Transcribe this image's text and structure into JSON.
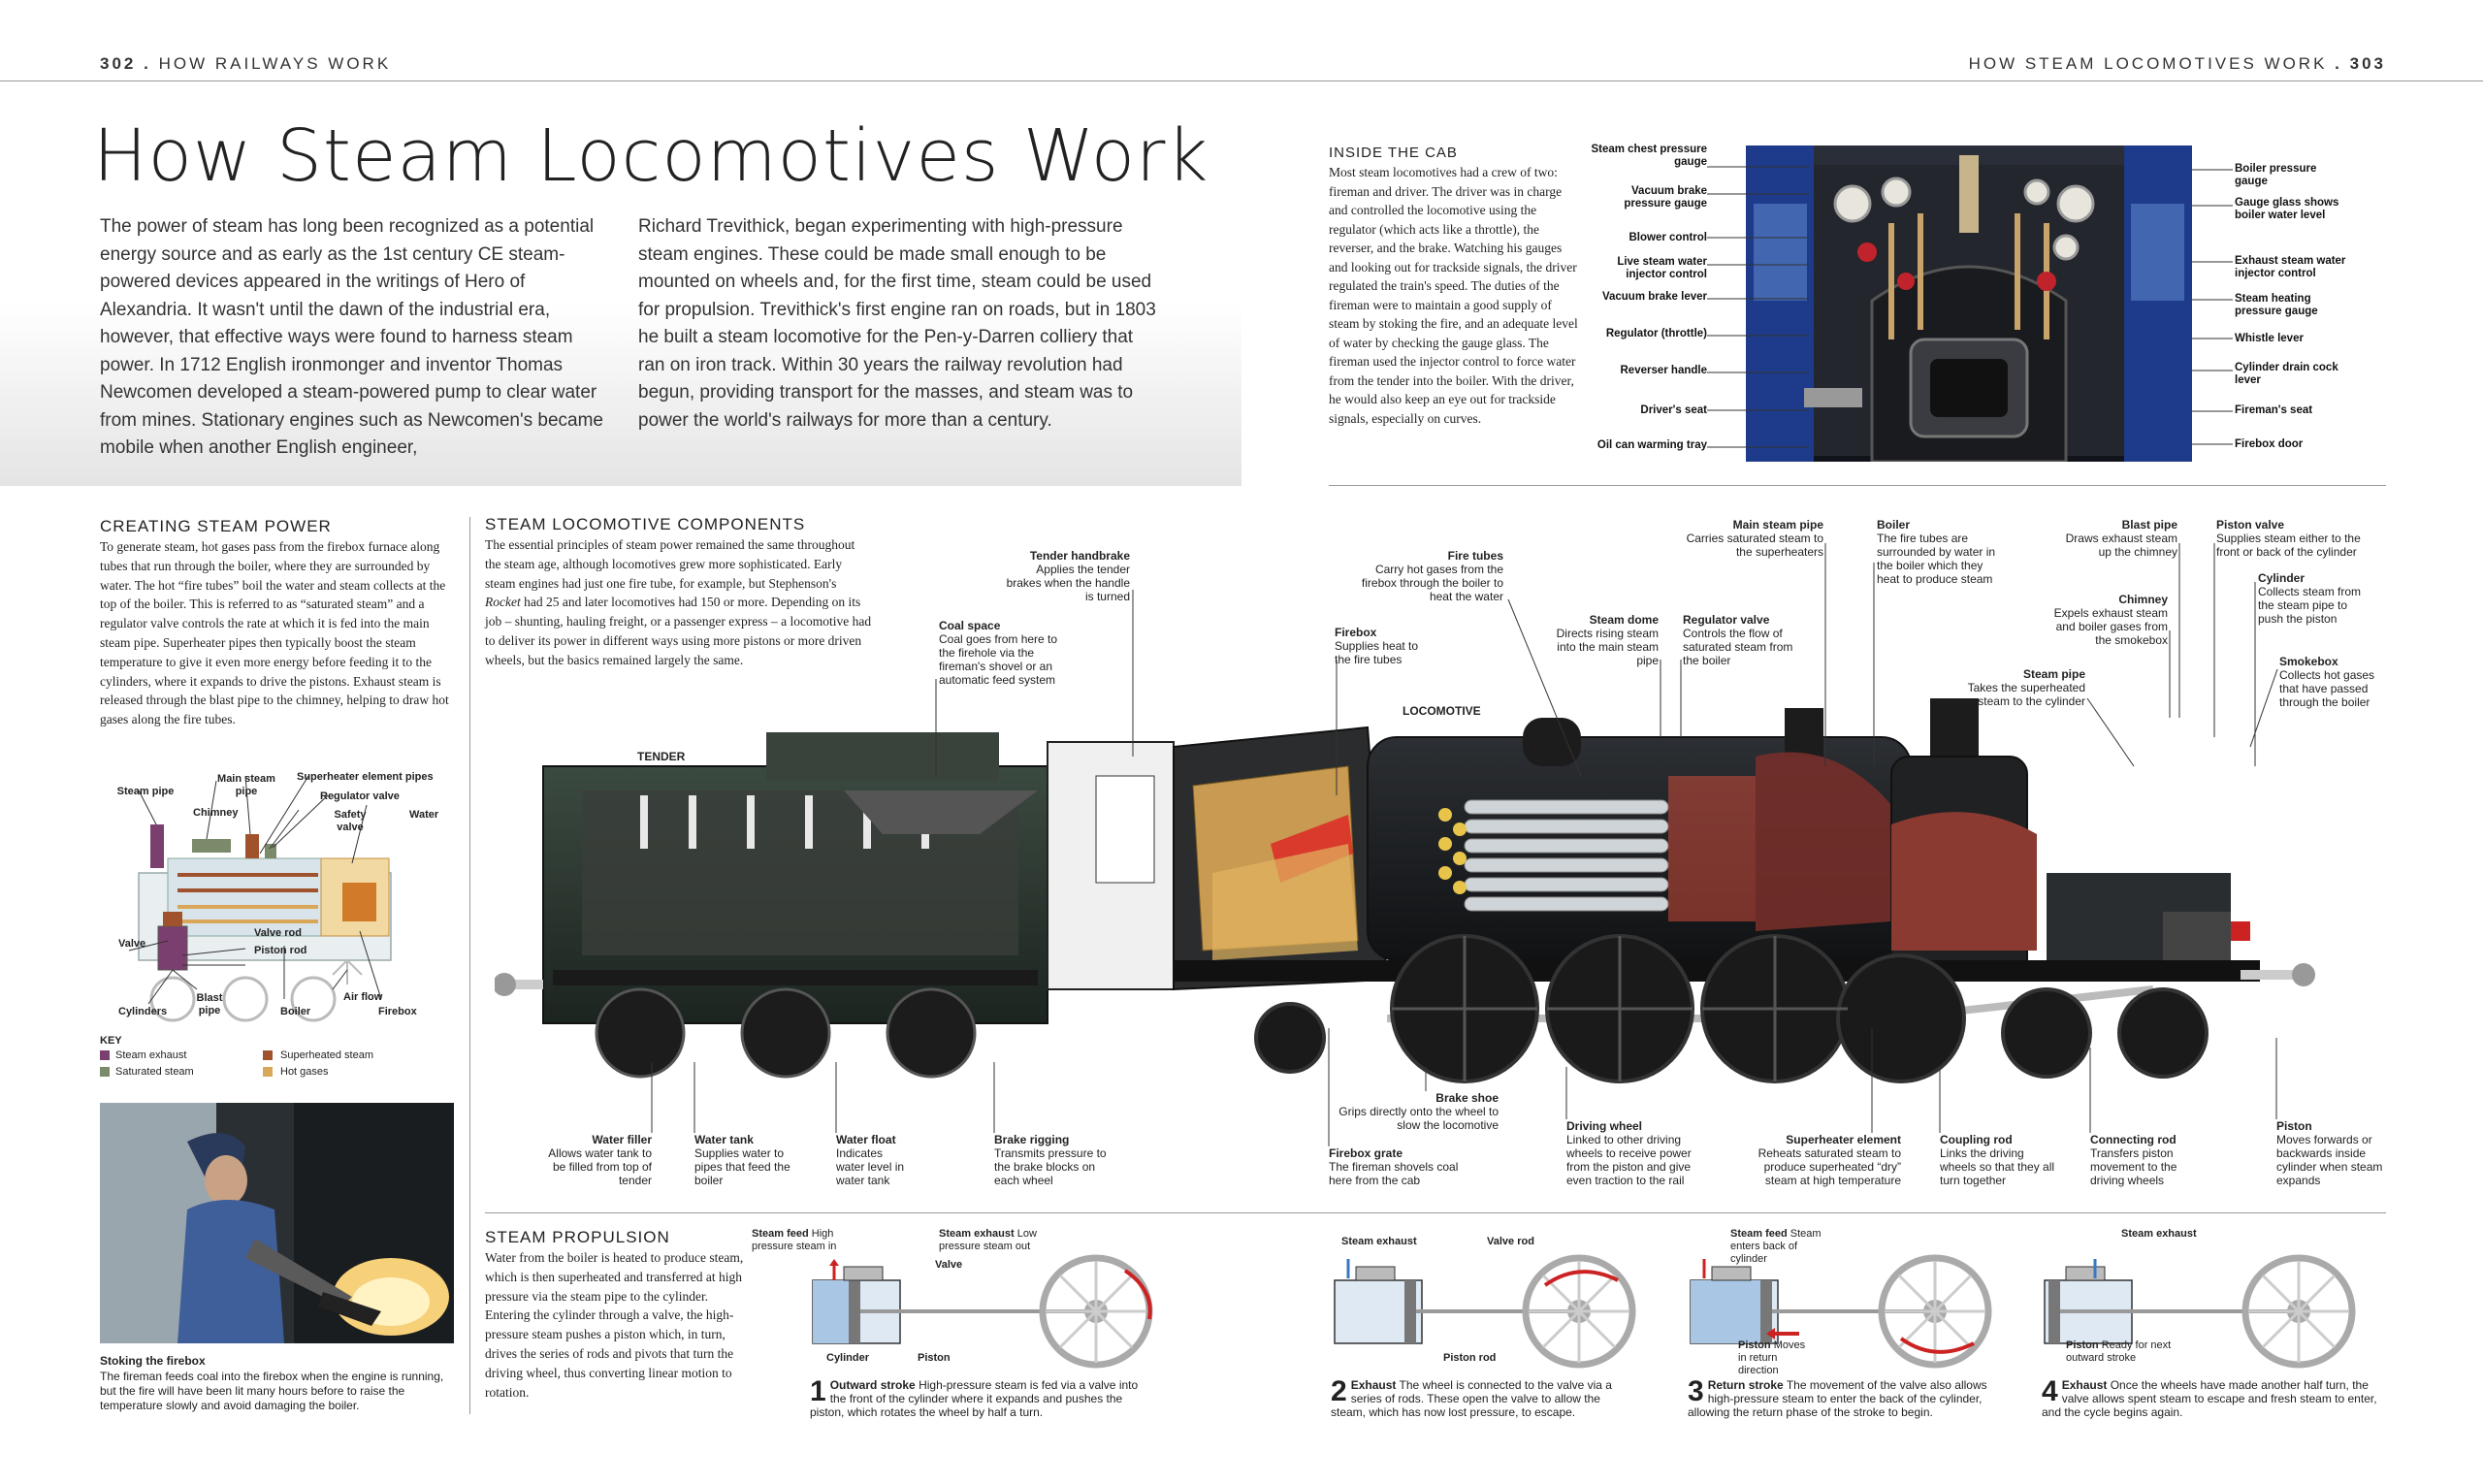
{
  "running_heads": {
    "left_page": "302",
    "left_title": "HOW RAILWAYS WORK",
    "right_title": "HOW STEAM LOCOMOTIVES WORK",
    "right_page": "303"
  },
  "title": "How Steam Locomotives Work",
  "intro": {
    "col1": "The power of steam has long been recognized as a potential energy source and as early as the 1st century CE steam-powered devices appeared in the writings of Hero of Alexandria. It wasn't until the dawn of the industrial era, however, that effective ways were found to harness steam power. In 1712 English ironmonger and inventor Thomas Newcomen developed a steam-powered pump to clear water from mines. Stationary engines such as Newcomen's became mobile when another English engineer,",
    "col2": "Richard Trevithick, began experimenting with high-pressure steam engines. These could be made small enough to be mounted on wheels and, for the first time, steam could be used for propulsion. Trevithick's first engine ran on roads, but in 1803 he built a steam locomotive for the Pen-y-Darren colliery that ran on iron track. Within 30 years the railway revolution had begun, providing transport for the masses, and steam was to power the world's railways for more than a century."
  },
  "cab": {
    "heading": "INSIDE THE CAB",
    "body": "Most steam locomotives had a crew of two: fireman and driver. The driver was in charge and controlled the locomotive using the regulator (which acts like a throttle), the reverser, and the brake. Watching his gauges and looking out for trackside signals, the driver regulated the train's speed. The duties of the fireman were to maintain a good supply of steam by stoking the fire, and an adequate level of water by checking the gauge glass. The fireman used the injector control to force water from the tender into the boiler. With the driver, he would also keep an eye out for trackside signals, especially on curves.",
    "left_labels": [
      "Steam chest pressure gauge",
      "Vacuum brake pressure gauge",
      "Blower control",
      "Live steam water injector control",
      "Vacuum brake lever",
      "Regulator (throttle)",
      "Reverser handle",
      "Driver's seat",
      "Oil can warming tray"
    ],
    "right_labels": [
      "Boiler pressure gauge",
      "Gauge glass shows boiler water level",
      "Exhaust steam water injector control",
      "Steam heating pressure gauge",
      "Whistle lever",
      "Cylinder drain cock lever",
      "Fireman's seat",
      "Firebox door"
    ]
  },
  "creating": {
    "heading": "CREATING STEAM POWER",
    "body": "To generate steam, hot gases pass from the firebox furnace along tubes that run through the boiler, where they are surrounded by water. The hot “fire tubes” boil the water and steam collects at the top of the boiler. This is referred to as “saturated steam” and a regulator valve controls the rate at which it is fed into the main steam pipe. Superheater pipes then typically boost the steam temperature to give it even more energy before feeding it to the cylinders, where it expands to drive the pistons. Exhaust steam is released through the blast pipe to the chimney, helping to draw hot gases along the fire tubes.",
    "labels": {
      "steam_pipe": "Steam pipe",
      "chimney": "Chimney",
      "main_steam_pipe": "Main steam pipe",
      "superheater": "Superheater element pipes",
      "regulator": "Regulator valve",
      "safety": "Safety valve",
      "water": "Water",
      "valve": "Valve",
      "valve_rod": "Valve rod",
      "piston_rod": "Piston rod",
      "cylinders": "Cylinders",
      "blast_pipe": "Blast pipe",
      "boiler": "Boiler",
      "air_flow": "Air flow",
      "firebox": "Firebox"
    },
    "key_title": "KEY",
    "key": [
      {
        "label": "Steam exhaust",
        "color": "#7a3f6e"
      },
      {
        "label": "Superheated steam",
        "color": "#a0522d"
      },
      {
        "label": "Saturated steam",
        "color": "#7b8a6a"
      },
      {
        "label": "Hot gases",
        "color": "#d9a75a"
      }
    ]
  },
  "photo": {
    "caption_title": "Stoking the firebox",
    "caption": "The fireman feeds coal into the firebox when the engine is running, but the fire will have been lit many hours before to raise the temperature slowly and avoid damaging the boiler."
  },
  "components": {
    "heading": "STEAM LOCOMOTIVE COMPONENTS",
    "body_a": "The essential principles of steam power remained the same throughout the steam age, although locomotives grew more sophisticated. Early steam engines had just one fire tube, for example, but Stephenson's ",
    "body_italic": "Rocket",
    "body_b": " had 25 and later locomotives had 150 or more. Depending on its job – shunting, hauling freight, or a passenger express – a locomotive had to deliver its power in different ways using more pistons or more driven wheels, but the basics remained largely the same.",
    "tender_label": "TENDER",
    "loco_label": "LOCOMOTIVE",
    "top_labels": {
      "tender_handbrake": {
        "t": "Tender handbrake",
        "d": "Applies the tender brakes when the handle is turned"
      },
      "coal_space": {
        "t": "Coal space",
        "d": "Coal goes from here to the firehole via the fireman's shovel or an automatic feed system"
      },
      "firebox": {
        "t": "Firebox",
        "d": "Supplies heat to the fire tubes"
      },
      "fire_tubes": {
        "t": "Fire tubes",
        "d": "Carry hot gases from the firebox through the boiler to heat the water"
      },
      "steam_dome": {
        "t": "Steam dome",
        "d": "Directs rising steam into the main steam pipe"
      },
      "regulator_valve": {
        "t": "Regulator valve",
        "d": "Controls the flow of saturated steam from the boiler"
      },
      "main_steam_pipe": {
        "t": "Main steam pipe",
        "d": "Carries saturated steam to the superheaters"
      },
      "boiler": {
        "t": "Boiler",
        "d": "The fire tubes are surrounded by water in the boiler which they heat to produce steam"
      },
      "blast_pipe": {
        "t": "Blast pipe",
        "d": "Draws exhaust steam up the chimney"
      },
      "piston_valve": {
        "t": "Piston valve",
        "d": "Supplies steam either to the front or back of the cylinder"
      },
      "chimney": {
        "t": "Chimney",
        "d": "Expels exhaust steam and boiler gases from the smokebox"
      },
      "cylinder": {
        "t": "Cylinder",
        "d": "Collects steam from the steam pipe to push the piston"
      },
      "steam_pipe": {
        "t": "Steam pipe",
        "d": "Takes the superheated steam to the cylinder"
      },
      "smokebox": {
        "t": "Smokebox",
        "d": "Collects hot gases that have passed through the boiler"
      }
    },
    "bottom_labels": {
      "water_filler": {
        "t": "Water filler",
        "d": "Allows water tank to be filled from top of tender"
      },
      "water_tank": {
        "t": "Water tank",
        "d": "Supplies water to pipes that feed the boiler"
      },
      "water_float": {
        "t": "Water float",
        "d": "Indicates water level in water tank"
      },
      "brake_rigging": {
        "t": "Brake rigging",
        "d": "Transmits pressure to the brake blocks on each wheel"
      },
      "brake_shoe": {
        "t": "Brake shoe",
        "d": "Grips directly onto the wheel to slow the locomotive"
      },
      "firebox_grate": {
        "t": "Firebox grate",
        "d": "The fireman shovels coal here from the cab"
      },
      "driving_wheel": {
        "t": "Driving wheel",
        "d": "Linked to other driving wheels to receive power from the piston and give even traction to the rail"
      },
      "superheater_element": {
        "t": "Superheater element",
        "d": "Reheats saturated steam to produce superheated “dry” steam at high temperature"
      },
      "coupling_rod": {
        "t": "Coupling rod",
        "d": "Links the driving wheels so that they all turn together"
      },
      "connecting_rod": {
        "t": "Connecting rod",
        "d": "Transfers piston movement to the driving wheels"
      },
      "piston": {
        "t": "Piston",
        "d": "Moves forwards or backwards inside cylinder when steam expands"
      }
    }
  },
  "propulsion": {
    "heading": "STEAM PROPULSION",
    "body": "Water from the boiler is heated to produce steam, which is then superheated and transferred at high pressure via the steam pipe to the cylinder. Entering the cylinder through a valve, the high-pressure steam pushes a piston which, in turn, drives the series of rods and pivots that turn the driving wheel, thus converting linear motion to rotation.",
    "strokes": [
      {
        "n": "1",
        "title": "Outward stroke",
        "text": "High-pressure steam is fed via a valve into the front of the cylinder where it expands and pushes the piston, which rotates the wheel by half a turn.",
        "l1t": "Steam feed",
        "l1d": "High pressure steam in",
        "l2t": "Steam exhaust",
        "l2d": "Low pressure steam out",
        "l3": "Valve",
        "l4": "Cylinder",
        "l5": "Piston"
      },
      {
        "n": "2",
        "title": "Exhaust",
        "text": "The wheel is connected to the valve via a series of rods. These open the valve to allow the steam, which has now lost pressure, to escape.",
        "l1t": "Steam exhaust",
        "l2t": "Valve rod",
        "l3": "Piston rod"
      },
      {
        "n": "3",
        "title": "Return stroke",
        "text": "The movement of the valve also allows high-pressure steam to enter the back of the cylinder, allowing the return phase of the stroke to begin.",
        "l1t": "Steam feed",
        "l1d": "Steam enters back of cylinder",
        "l2t": "Piston",
        "l2d": "Moves in return direction"
      },
      {
        "n": "4",
        "title": "Exhaust",
        "text": "Once the wheels have made another half turn, the valve allows spent steam to escape and fresh steam to enter, and the cycle begins again.",
        "l1t": "Steam exhaust",
        "l2t": "Piston",
        "l2d": "Ready for next outward stroke"
      }
    ]
  }
}
